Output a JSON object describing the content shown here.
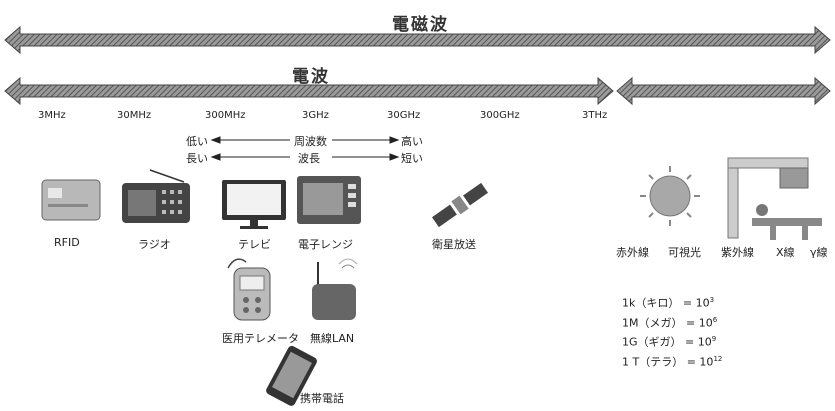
{
  "titles": {
    "electromagnetic": "電磁波",
    "radio": "電波"
  },
  "frequencies": [
    "3MHz",
    "30MHz",
    "300MHz",
    "3GHz",
    "30GHz",
    "300GHz",
    "3THz"
  ],
  "scale_legend": {
    "low": "低い",
    "high": "高い",
    "freq": "周波数",
    "long": "長い",
    "short": "短い",
    "wavelength": "波長"
  },
  "devices": {
    "rfid": "RFID",
    "radio": "ラジオ",
    "tv": "テレビ",
    "microwave": "電子レンジ",
    "satellite": "衛星放送",
    "telemeter": "医用テレメータ",
    "wlan": "無線LAN",
    "mobile": "携帯電話"
  },
  "optical": [
    "赤外線",
    "可視光",
    "紫外線",
    "X線",
    "γ線"
  ],
  "units": [
    {
      "prefix": "1k（キロ）",
      "eq": "= 10",
      "exp": "3"
    },
    {
      "prefix": "1M（メガ）",
      "eq": "= 10",
      "exp": "6"
    },
    {
      "prefix": "1G（ギガ）",
      "eq": "= 10",
      "exp": "9"
    },
    {
      "prefix": "1 T（テラ）",
      "eq": "= 10",
      "exp": "12"
    }
  ]
}
